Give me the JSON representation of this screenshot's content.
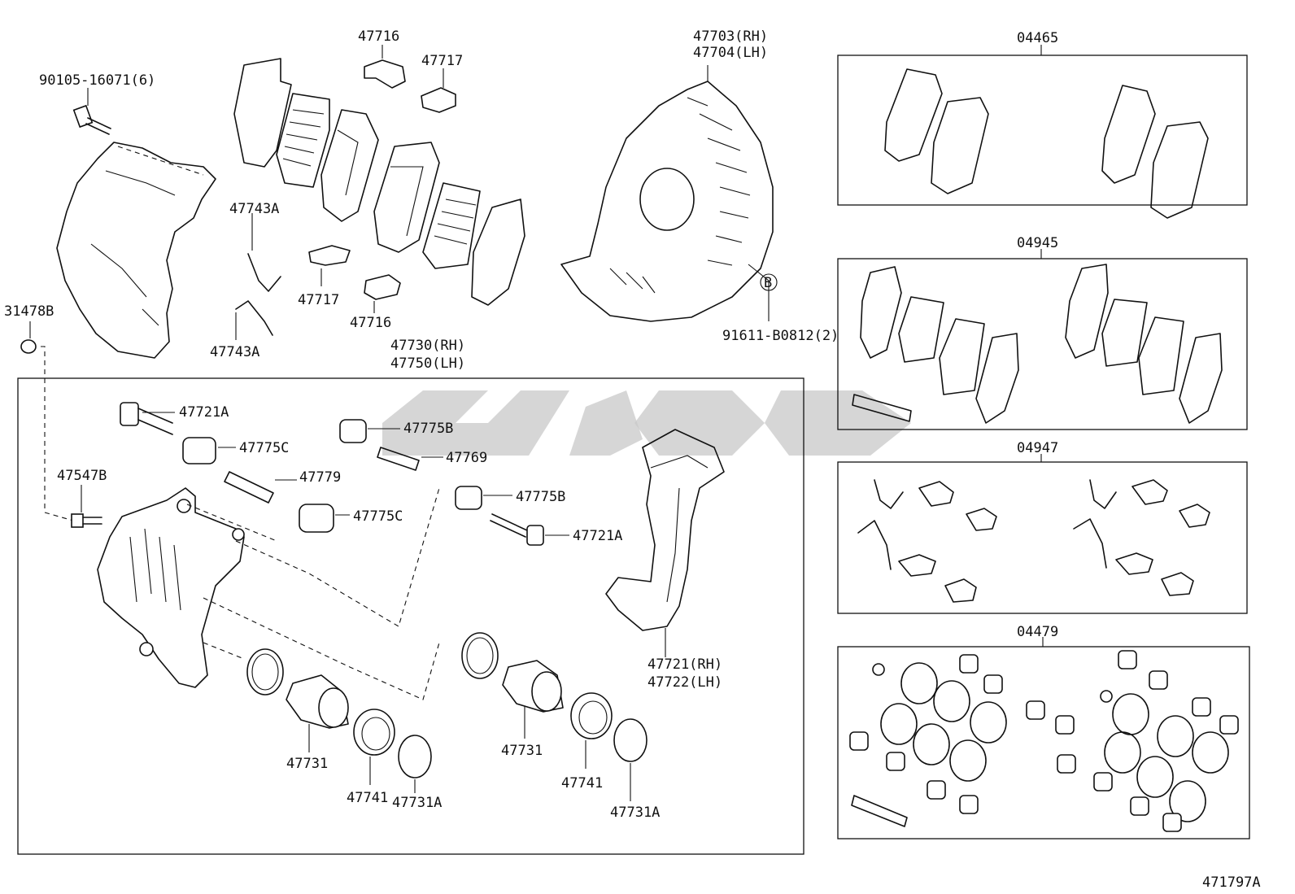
{
  "diagram_id": "471797A",
  "labels": {
    "l90105": "90105-16071(6)",
    "l31478b": "31478B",
    "l47716a": "47716",
    "l47717a": "47717",
    "l47743a_top": "47743A",
    "l47743a_bot": "47743A",
    "l47717b": "47717",
    "l47716b": "47716",
    "l47703": "47703(RH)",
    "l47704": "47704(LH)",
    "lB": "B",
    "l91611": "91611-B0812(2)",
    "l47730": "47730(RH)",
    "l47750": "47750(LH)",
    "l47721a_1": "47721A",
    "l47775c_1": "47775C",
    "l47779": "47779",
    "l47775c_2": "47775C",
    "l47547b": "47547B",
    "l47775b_1": "47775B",
    "l47769": "47769",
    "l47775b_2": "47775B",
    "l47721a_2": "47721A",
    "l47721": "47721(RH)",
    "l47722": "47722(LH)",
    "l47731_1": "47731",
    "l47741_1": "47741",
    "l47731a_1": "47731A",
    "l47731_2": "47731",
    "l47741_2": "47741",
    "l47731a_2": "47731A",
    "k04465": "04465",
    "k04945": "04945",
    "k04947": "04947",
    "k04479": "04479"
  }
}
